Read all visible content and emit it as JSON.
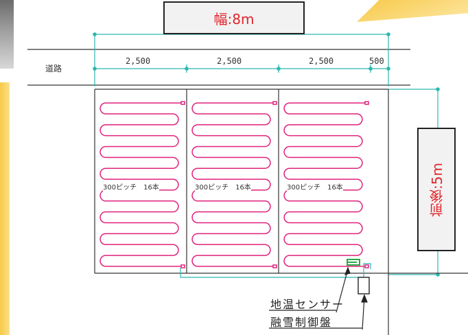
{
  "title_width": "幅:8m",
  "title_depth": "前後:5m",
  "road_label": "道路",
  "dimensions": [
    "2,500",
    "2,500",
    "2,500",
    "500"
  ],
  "pitch_labels": [
    "300ピッチ　16本",
    "300ピッチ　16本",
    "300ピッチ　16本"
  ],
  "sensor_label": "地温センサー",
  "controller_label": "融雪制御盤",
  "colors": {
    "heating_cable": "#e0217b",
    "dimension_line": "#2bb8b0",
    "highlight_text": "#e0252d",
    "sensor": "#2aa84a"
  }
}
